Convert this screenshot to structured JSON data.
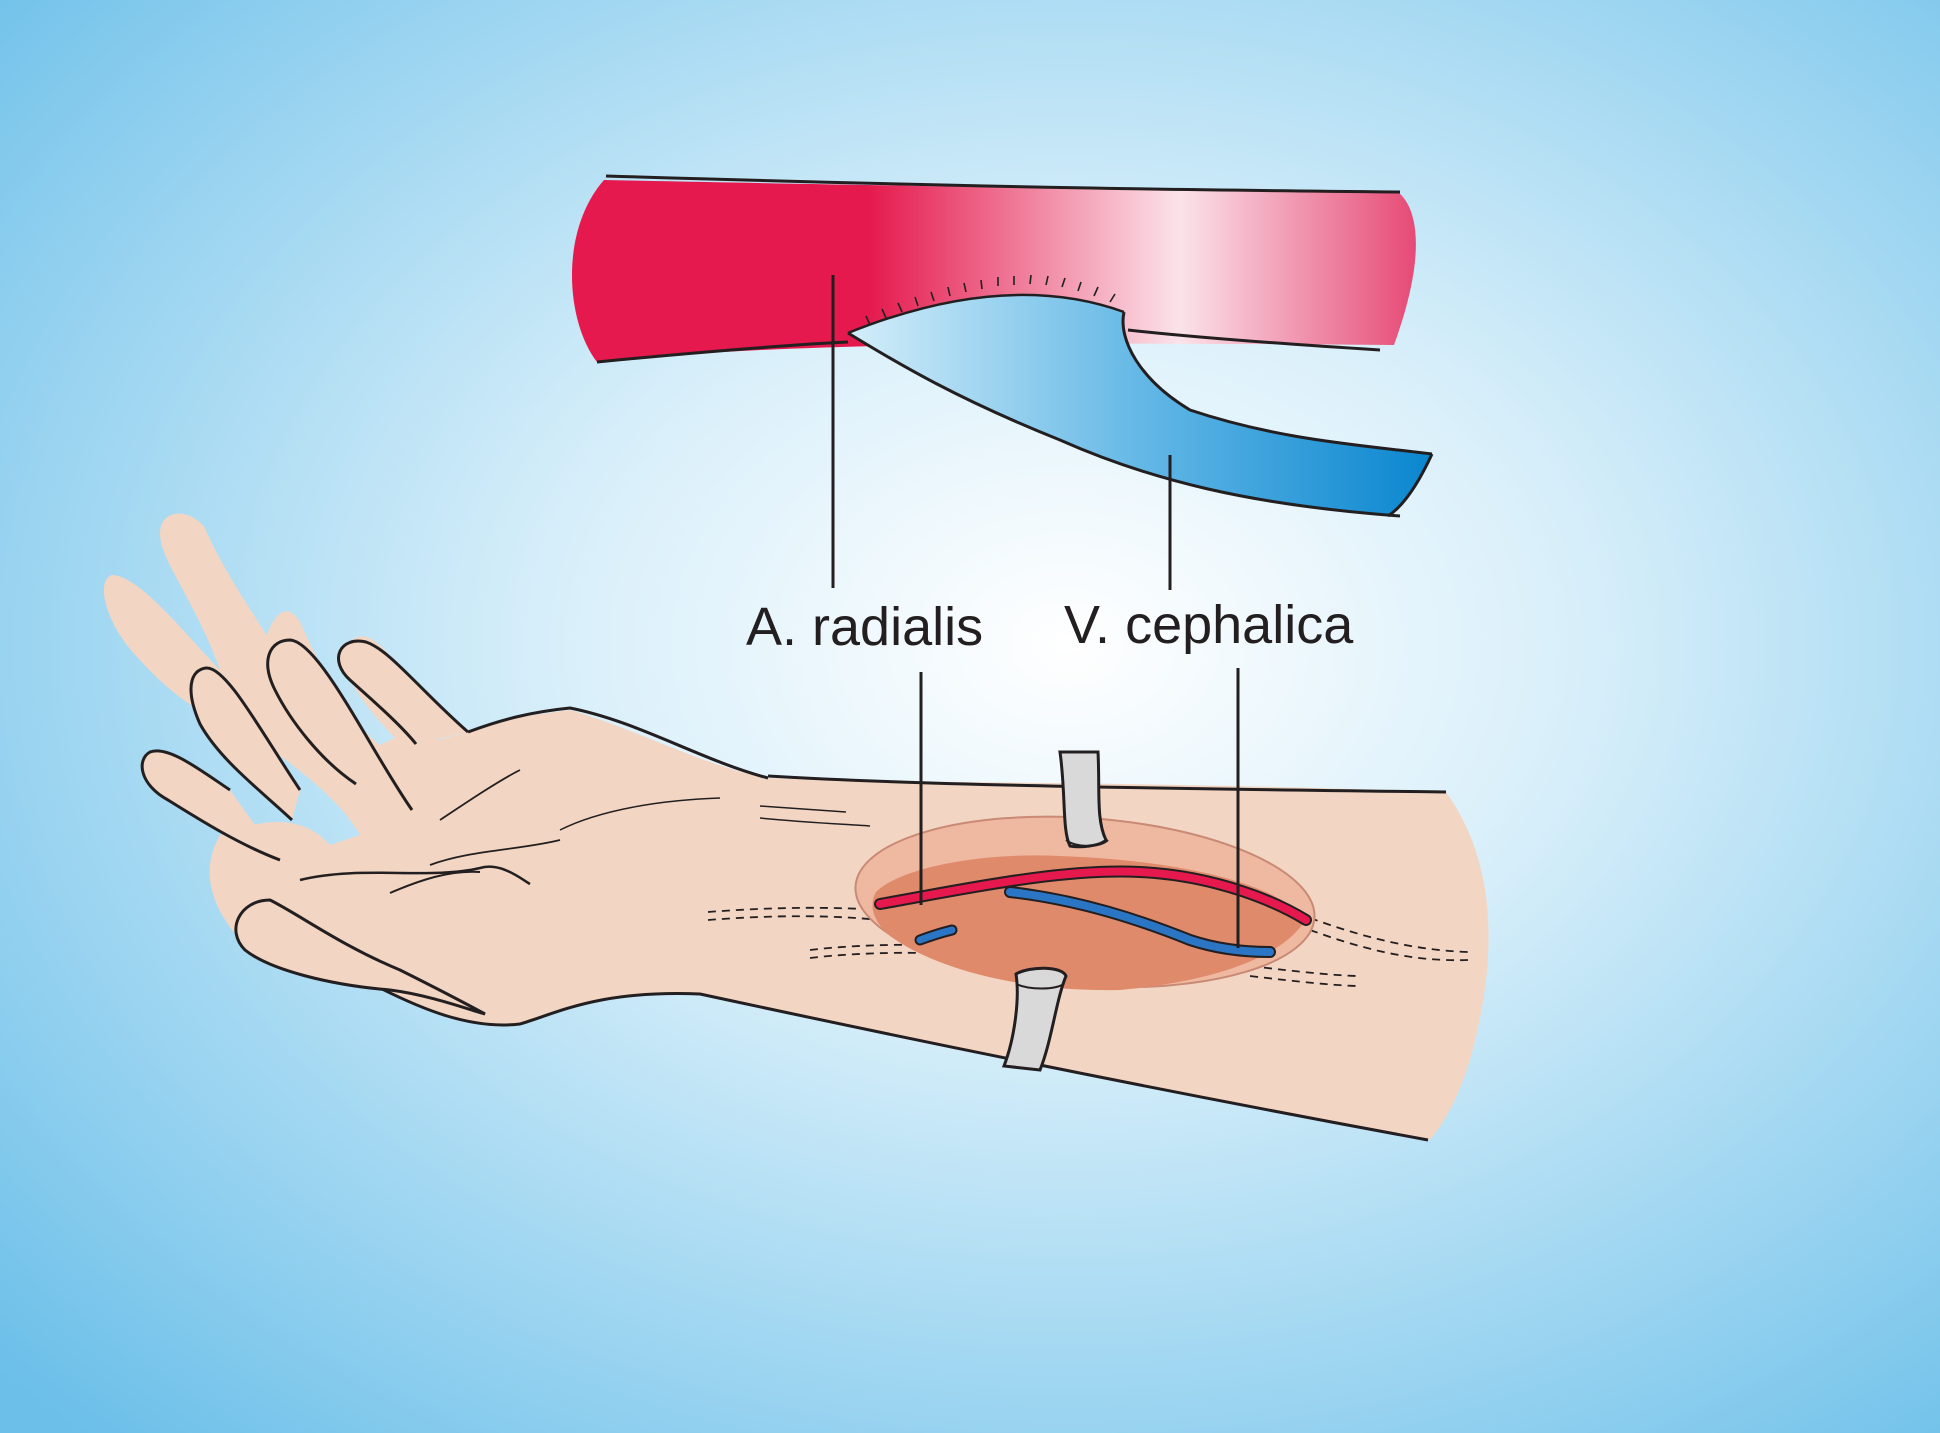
{
  "labels": {
    "artery": "A. radialis",
    "vein": "V. cephalica"
  },
  "colors": {
    "background_center": "#ffffff",
    "background_edge": "#6bbfe9",
    "artery": "#e5194d",
    "artery_light": "#ffffff",
    "vein_light": "#bfe3f5",
    "vein": "#0a86cf",
    "skin": "#f2d6c3",
    "incision_rim": "#efb8a0",
    "incision_floor": "#e08a6c",
    "retractor": "#d9d9d9",
    "outline": "#231f20"
  },
  "icons": {
    "hand": "forearm-hand-drawing",
    "retractor": "surgical-retractor"
  }
}
